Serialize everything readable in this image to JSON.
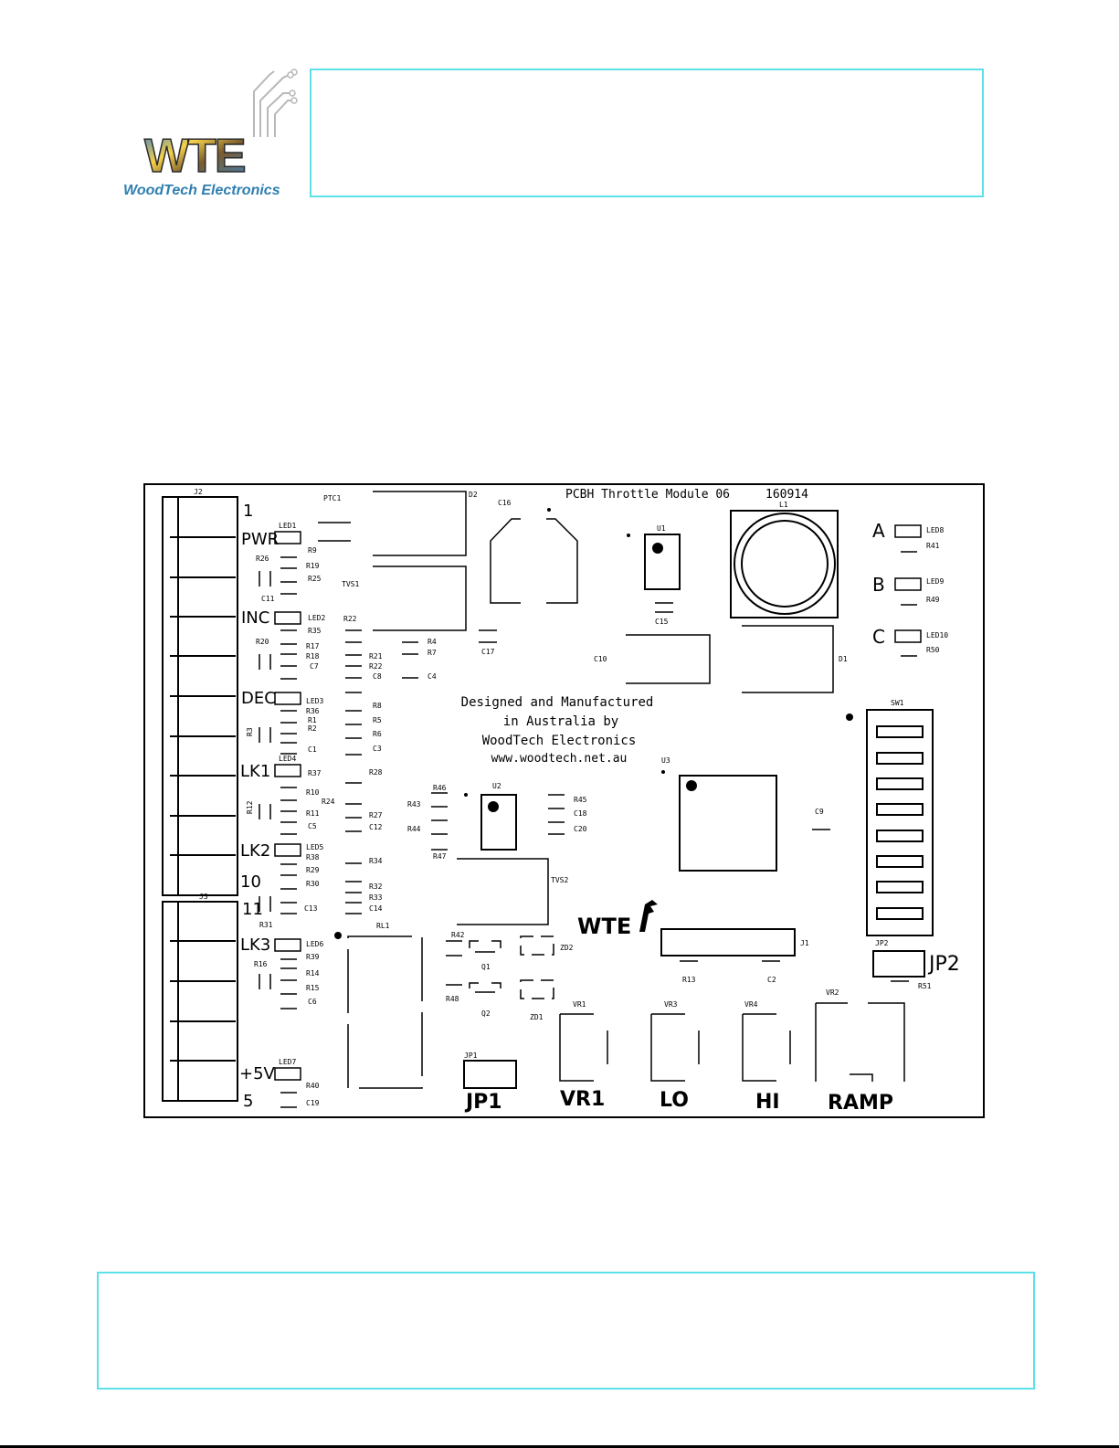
{
  "brand": {
    "logo_letters": "WTE",
    "company": "WoodTech Electronics",
    "logo_colors": [
      "#2f7fb0",
      "#f5d04a",
      "#3b82c4",
      "#7a5b2c"
    ]
  },
  "board": {
    "title": "PCBH Throttle Module 06",
    "date": "160914",
    "credit": [
      "Designed and Manufactured",
      "in Australia by",
      "WoodTech Electronics",
      "www.woodtech.net.au"
    ],
    "mini_logo": "WTE",
    "pin_labels": [
      "1",
      "PWR",
      "INC",
      "DEC",
      "LK1",
      "LK2",
      "10",
      "11",
      "LK3",
      "+5V",
      "5"
    ],
    "channel_labels": [
      "A",
      "B",
      "C"
    ],
    "bottom_labels": [
      "JP1",
      "VR1",
      "LO",
      "HI",
      "RAMP",
      "JP2"
    ],
    "designators": {
      "j2": "J2",
      "j3": "J3",
      "ptc1": "PTC1",
      "d2": "D2",
      "c16": "C16",
      "u1": "U1",
      "l1": "L1",
      "led1": "LED1",
      "r9": "R9",
      "r26": "R26",
      "r19": "R19",
      "r25": "R25",
      "tvs1": "TVS1",
      "c11": "C11",
      "led2": "LED2",
      "r22a": "R22",
      "r35": "R35",
      "r20": "R20",
      "r17": "R17",
      "r18": "R18",
      "c7": "C7",
      "r4": "R4",
      "r7": "R7",
      "r21": "R21",
      "r22": "R22",
      "c8": "C8",
      "c4": "C4",
      "c17": "C17",
      "c15": "C15",
      "c10": "C10",
      "d1": "D1",
      "led3": "LED3",
      "r36": "R36",
      "r1": "R1",
      "r2": "R2",
      "r8": "R8",
      "r6": "R6",
      "r5": "R5",
      "r3": "R3",
      "c1": "C1",
      "c3": "C3",
      "led4": "LED4",
      "r37": "R37",
      "r28": "R28",
      "r10": "R10",
      "r24": "R24",
      "r12": "R12",
      "r11": "R11",
      "r27": "R27",
      "c5": "C5",
      "c12": "C12",
      "led5": "LED5",
      "r38": "R38",
      "r29": "R29",
      "r34": "R34",
      "r30": "R30",
      "r32": "R32",
      "r33": "R33",
      "c13": "C13",
      "c14": "C14",
      "r31": "R31",
      "led6": "LED6",
      "r39": "R39",
      "r16": "R16",
      "r14": "R14",
      "r15": "R15",
      "c6": "C6",
      "led7": "LED7",
      "r40": "R40",
      "c19": "C19",
      "rl1": "RL1",
      "r46": "R46",
      "r43": "R43",
      "r44": "R44",
      "r47": "R47",
      "u2": "U2",
      "r45": "R45",
      "c18": "C18",
      "c20": "C20",
      "tvs2": "TVS2",
      "r42": "R42",
      "q1": "Q1",
      "zd2": "ZD2",
      "r48": "R48",
      "q2": "Q2",
      "zd1": "ZD1",
      "jp1": "JP1",
      "vr1": "VR1",
      "vr3": "VR3",
      "vr4": "VR4",
      "vr2": "VR2",
      "u3": "U3",
      "c9": "C9",
      "j1": "J1",
      "r13": "R13",
      "c2": "C2",
      "jp2": "JP2",
      "r51": "R51",
      "sw1": "SW1",
      "led8": "LED8",
      "r41": "R41",
      "led9": "LED9",
      "r49": "R49",
      "led10": "LED10",
      "r50": "R50"
    }
  }
}
